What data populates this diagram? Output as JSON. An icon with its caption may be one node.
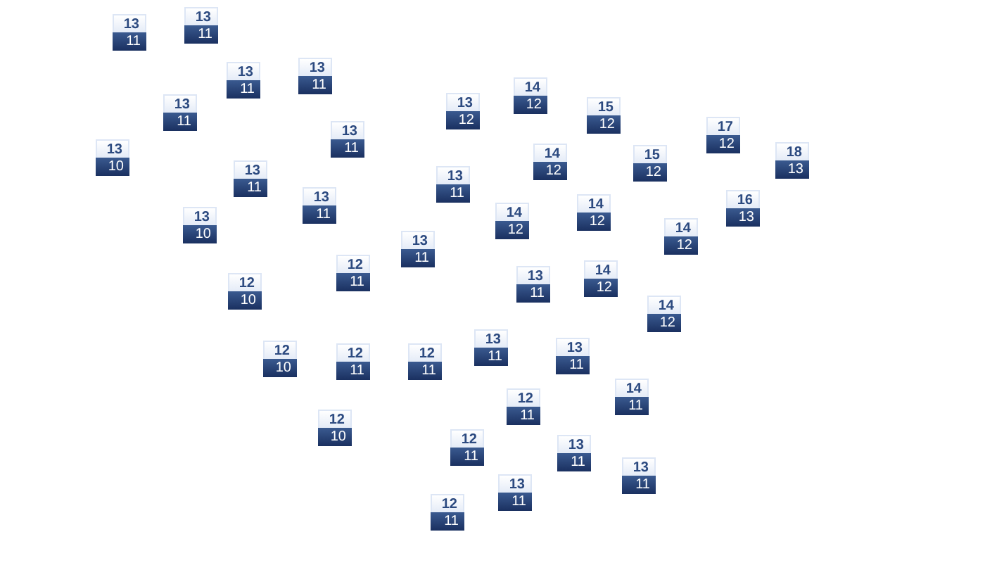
{
  "diagram": {
    "nodes": [
      {
        "text": [
          "13",
          "11"
        ]
      },
      {
        "text": [
          "13",
          "11"
        ]
      },
      {
        "text": [
          "13",
          "11"
        ]
      },
      {
        "text": [
          "13",
          "11"
        ]
      },
      {
        "text": [
          "13",
          "11"
        ]
      },
      {
        "text": [
          "13",
          "12"
        ]
      },
      {
        "text": [
          "14",
          "12"
        ]
      },
      {
        "text": [
          "15",
          "12"
        ]
      },
      {
        "text": [
          "17",
          "12"
        ]
      },
      {
        "text": [
          "13",
          "10"
        ]
      },
      {
        "text": [
          "13",
          "11"
        ]
      },
      {
        "text": [
          "14",
          "12"
        ]
      },
      {
        "text": [
          "15",
          "12"
        ]
      },
      {
        "text": [
          "18",
          "13"
        ]
      },
      {
        "text": [
          "13",
          "11"
        ]
      },
      {
        "text": [
          "13",
          "11"
        ]
      },
      {
        "text": [
          "13",
          "11"
        ]
      },
      {
        "text": [
          "13",
          "10"
        ]
      },
      {
        "text": [
          "14",
          "12"
        ]
      },
      {
        "text": [
          "14",
          "12"
        ]
      },
      {
        "text": [
          "16",
          "13"
        ]
      },
      {
        "text": [
          "14",
          "12"
        ]
      },
      {
        "text": [
          "13",
          "11"
        ]
      },
      {
        "text": [
          "12",
          "11"
        ]
      },
      {
        "text": [
          "12",
          "10"
        ]
      },
      {
        "text": [
          "13",
          "11"
        ]
      },
      {
        "text": [
          "14",
          "12"
        ]
      },
      {
        "text": [
          "14",
          "12"
        ]
      },
      {
        "text": [
          "13",
          "11"
        ]
      },
      {
        "text": [
          "13",
          "11"
        ]
      },
      {
        "text": [
          "12",
          "10"
        ]
      },
      {
        "text": [
          "12",
          "11"
        ]
      },
      {
        "text": [
          "12",
          "11"
        ]
      },
      {
        "text": [
          "14",
          "11"
        ]
      },
      {
        "text": [
          "12",
          "11"
        ]
      },
      {
        "text": [
          "12",
          "10"
        ]
      },
      {
        "text": [
          "13",
          "11"
        ]
      },
      {
        "text": [
          "12",
          "11"
        ]
      },
      {
        "text": [
          "13",
          "11"
        ]
      },
      {
        "text": [
          "13",
          "11"
        ]
      },
      {
        "text": [
          "12",
          "11"
        ]
      }
    ]
  }
}
